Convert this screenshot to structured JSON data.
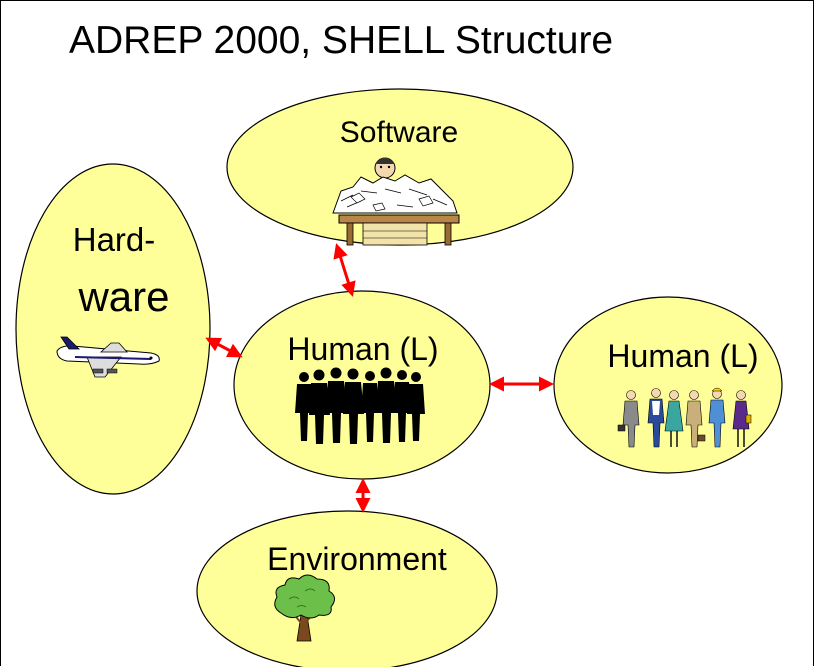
{
  "title": "ADREP 2000, SHELL Structure",
  "nodes": {
    "software": {
      "label": "Software",
      "picture": "person-behind-paper-piles-icon"
    },
    "hardware": {
      "label_line1": "Hard-",
      "label_line2": "ware",
      "picture": "airplane-icon"
    },
    "central_human": {
      "label": "Human (L)",
      "picture": "group-silhouettes-icon"
    },
    "other_human": {
      "label": "Human (L)",
      "picture": "group-of-workers-icon"
    },
    "environment": {
      "label": "Environment",
      "picture": "tree-icon"
    }
  },
  "connections": [
    {
      "from": "central_human",
      "to": "software"
    },
    {
      "from": "central_human",
      "to": "hardware"
    },
    {
      "from": "central_human",
      "to": "other_human"
    },
    {
      "from": "central_human",
      "to": "environment"
    }
  ],
  "colors": {
    "ellipse_fill": "#ffff99",
    "ellipse_stroke": "#000000",
    "arrow": "#ff0000"
  }
}
